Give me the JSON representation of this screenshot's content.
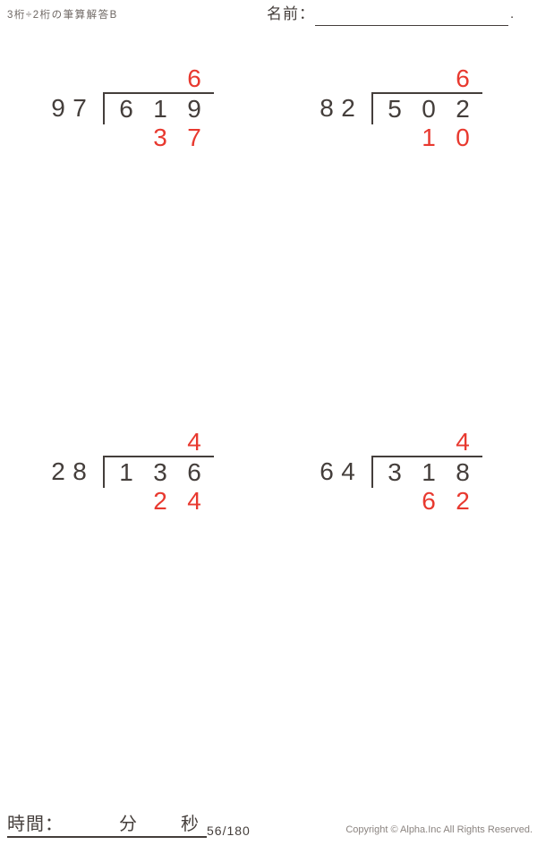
{
  "header": {
    "title": "3桁÷2桁の筆算解答B",
    "name_label": "名前：",
    "name_value": "",
    "name_period": "."
  },
  "problems": [
    {
      "divisor": "97",
      "dividend": "619",
      "quotient": "6",
      "remainder": "37"
    },
    {
      "divisor": "82",
      "dividend": "502",
      "quotient": "6",
      "remainder": "10"
    },
    {
      "divisor": "28",
      "dividend": "136",
      "quotient": "4",
      "remainder": "24"
    },
    {
      "divisor": "64",
      "dividend": "318",
      "quotient": "4",
      "remainder": "62"
    }
  ],
  "footer": {
    "time_label": "時間：",
    "minutes_label": "分",
    "seconds_label": "秒",
    "page_number": "56/180",
    "copyright": "Copyright © Alpha.Inc All Rights Reserved."
  },
  "colors": {
    "ink": "#443e3b",
    "answer_red": "#e8392f",
    "muted": "#8b8480"
  }
}
